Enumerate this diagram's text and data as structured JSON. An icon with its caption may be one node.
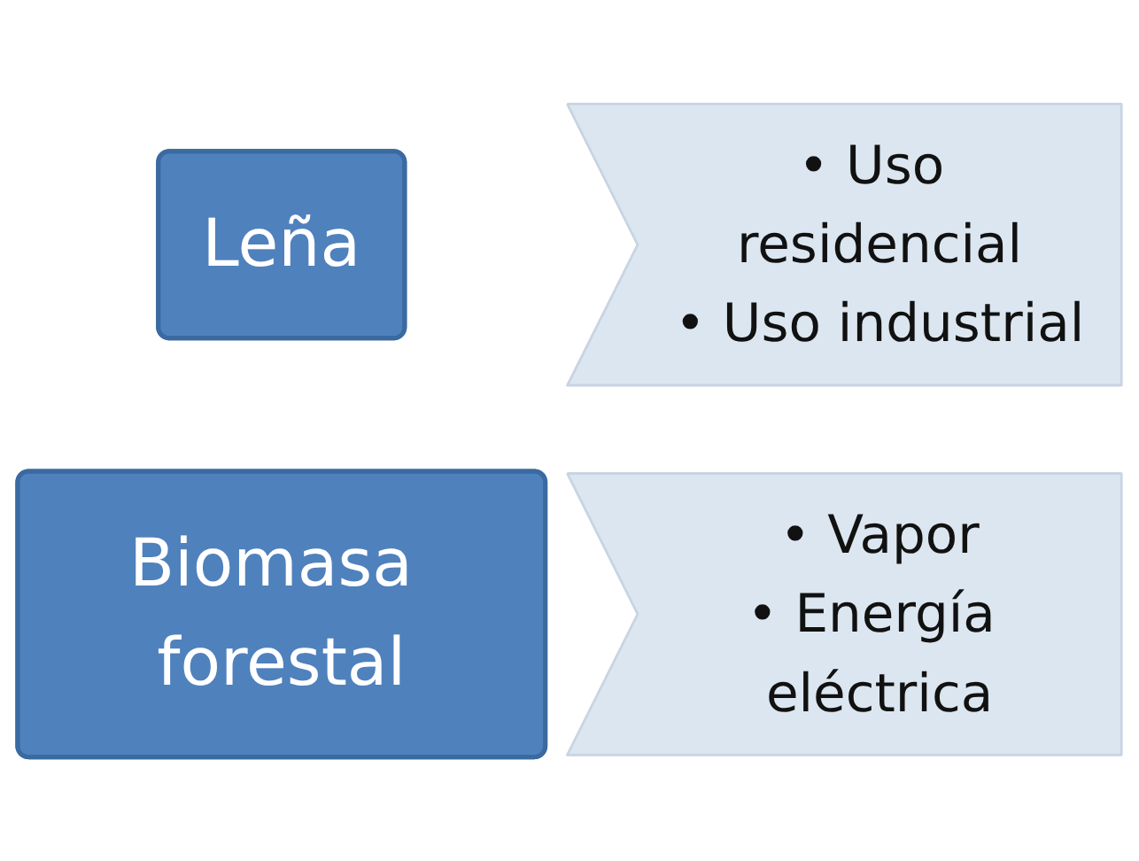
{
  "diagram": {
    "nodes": [
      {
        "text": [
          "Leña"
        ]
      },
      {
        "text": [
          "• Uso residencial",
          "• Uso industrial"
        ]
      },
      {
        "text": [
          "Biomasa forestal"
        ]
      },
      {
        "text": [
          "• Vapor",
          "• Energía eléctrica"
        ]
      }
    ]
  }
}
